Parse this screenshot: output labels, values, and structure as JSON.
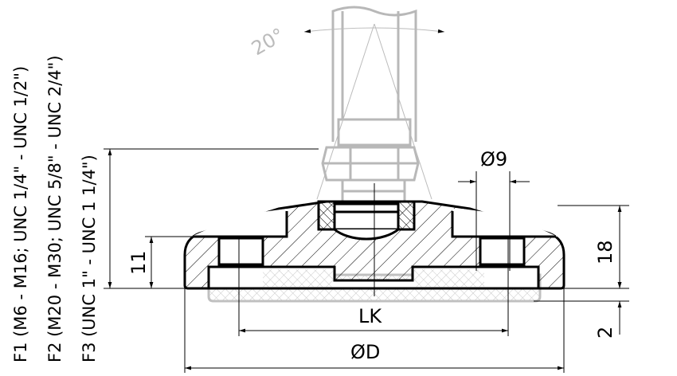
{
  "variants": [
    "F1 (M6 - M16; UNC 1/4\" - UNC 1/2\")",
    "F2 (M20 - M30; UNC 5/8\" - UNC 2/4\")",
    "F3 (UNC 1\" - UNC 1 1/4\")"
  ],
  "dimensions": {
    "angle": "20°",
    "hole_diameter": "Ø9",
    "height_total": "18",
    "height_base": "11",
    "pad_offset": "2",
    "bolt_circle": "LK",
    "outer_diameter": "ØD"
  },
  "colors": {
    "line": "#000000",
    "ghost": "#b8b8b8"
  }
}
